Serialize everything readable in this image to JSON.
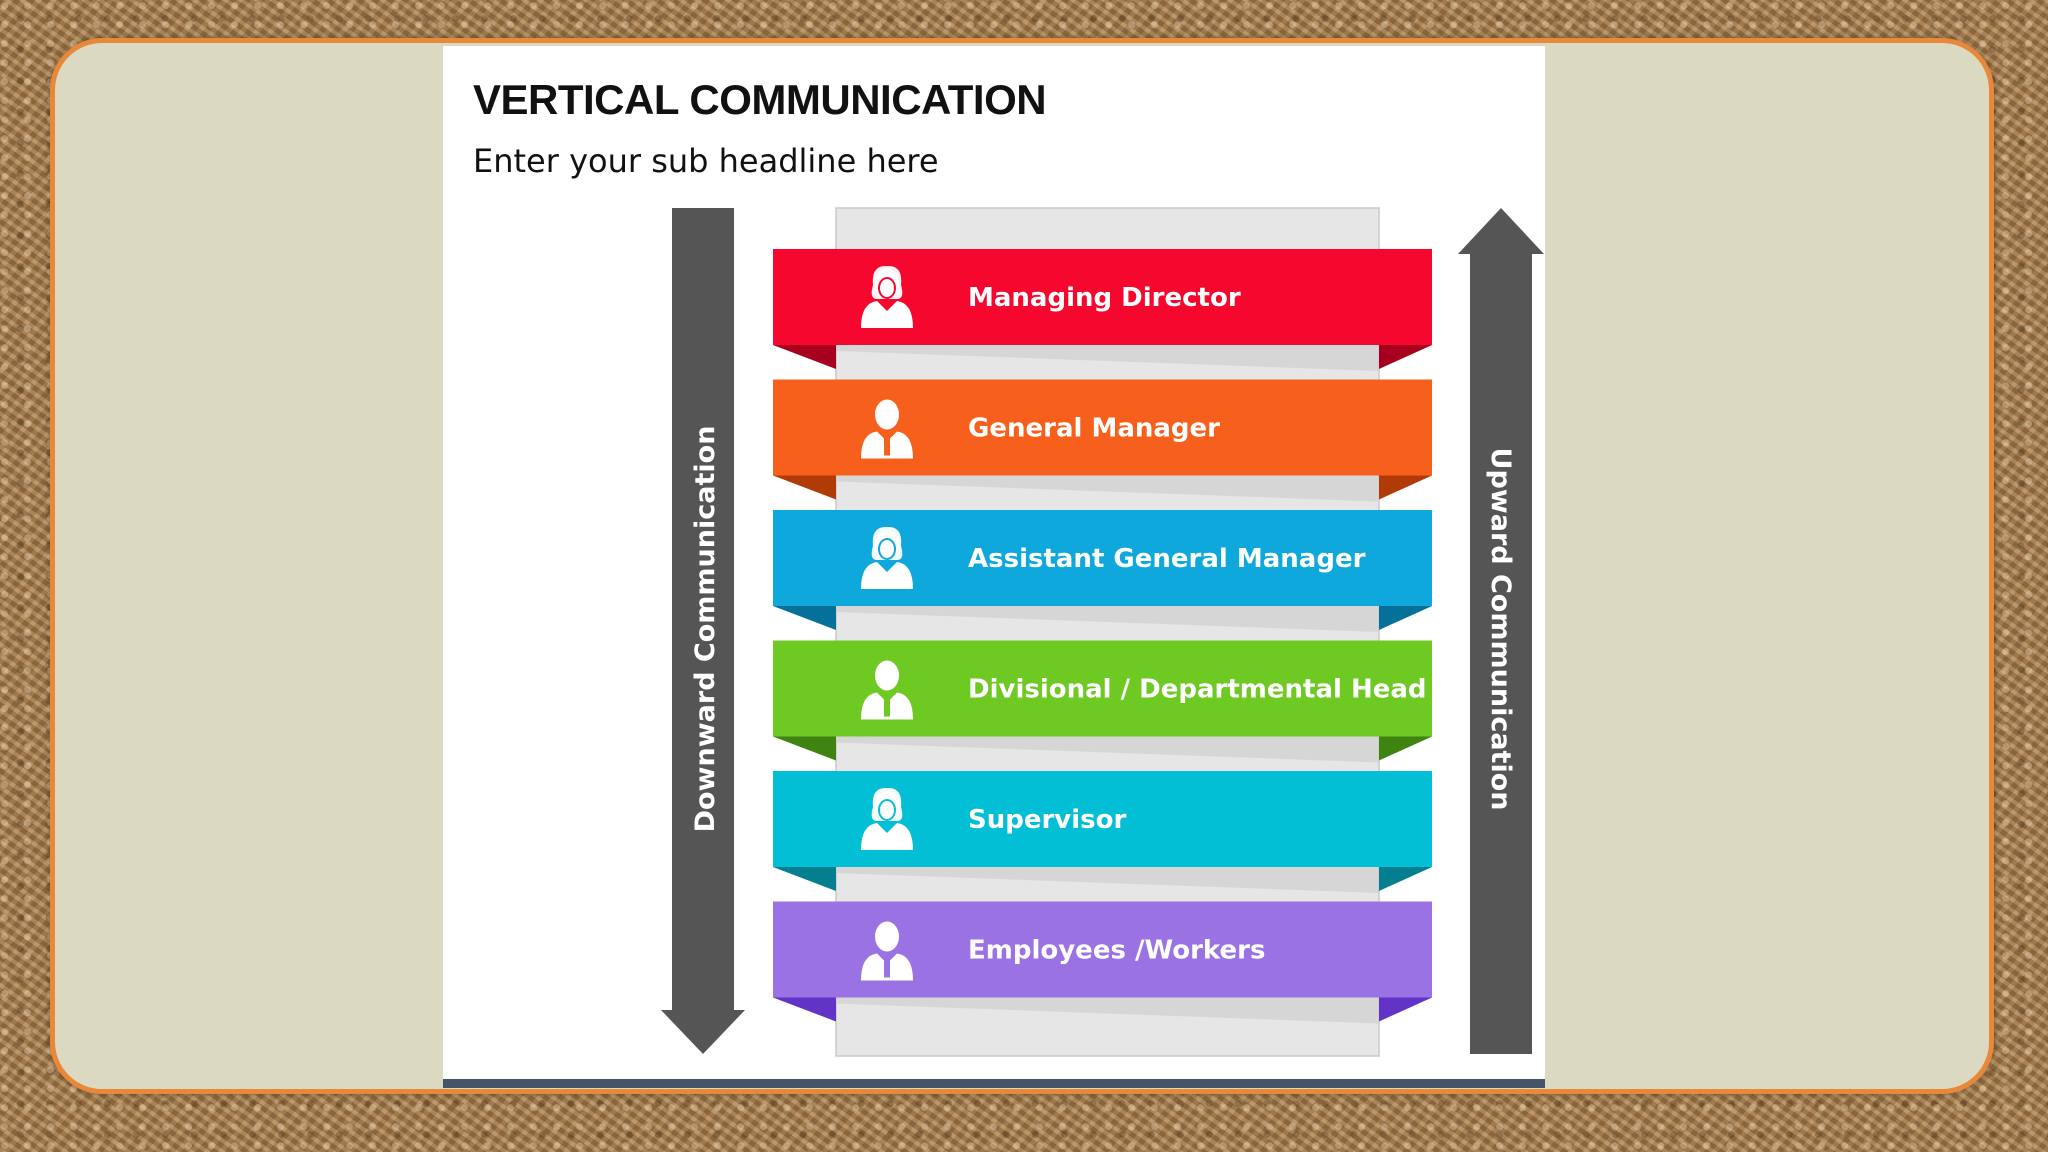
{
  "slide": {
    "title": "VERTICAL COMMUNICATION",
    "subtitle": "Enter your sub headline here"
  },
  "arrows": {
    "downward_label": "Downward Communication",
    "upward_label": "Upward Communication",
    "color": "#555555"
  },
  "levels": [
    {
      "label": "Managing Director",
      "color": "#f5072e",
      "fold": "#a6001e",
      "icon": "female-person-icon"
    },
    {
      "label": "General Manager",
      "color": "#f7601c",
      "fold": "#b13b06",
      "icon": "male-person-icon"
    },
    {
      "label": "Assistant General Manager",
      "color": "#0ea8dc",
      "fold": "#05709a",
      "icon": "female-person-icon"
    },
    {
      "label": "Divisional / Departmental Head",
      "color": "#6ec922",
      "fold": "#3f8410",
      "icon": "male-person-icon"
    },
    {
      "label": "Supervisor",
      "color": "#03bfd6",
      "fold": "#047f8f",
      "icon": "female-person-icon"
    },
    {
      "label": "Employees /Workers",
      "color": "#9a72e4",
      "fold": "#6332c7",
      "icon": "male-person-icon"
    }
  ],
  "colors": {
    "frame_border": "#e8893a",
    "frame_fill": "#dcd9c2",
    "column_fill": "#e6e6e6",
    "slide_bar": "#44546a"
  }
}
